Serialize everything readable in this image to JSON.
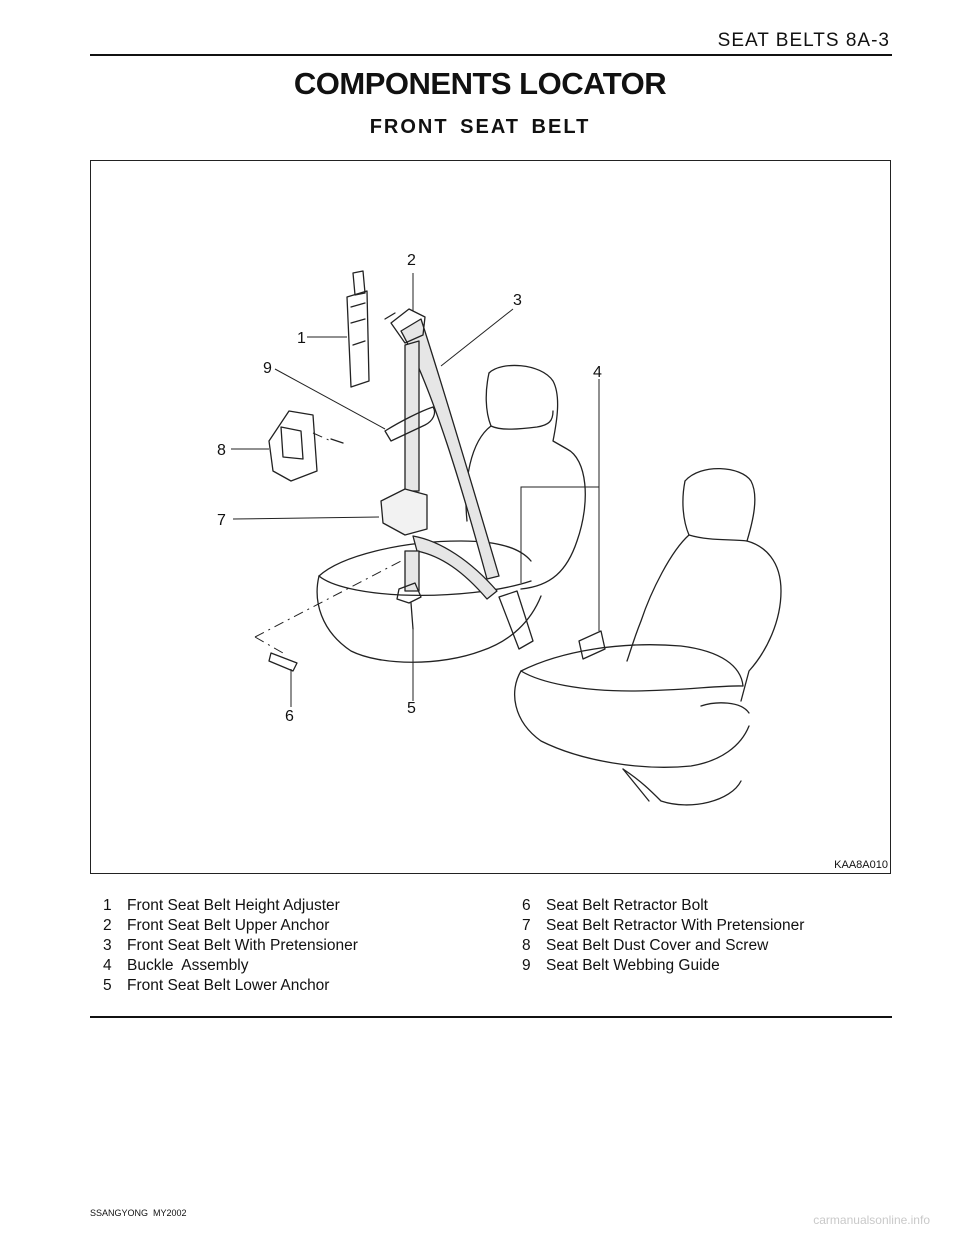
{
  "header": {
    "title": "SEAT BELTS 8A-3"
  },
  "page_title": "COMPONENTS LOCATOR",
  "section_title": "FRONT  SEAT  BELT",
  "figure": {
    "code": "KAA8A010",
    "callouts": [
      "1",
      "2",
      "3",
      "4",
      "5",
      "6",
      "7",
      "8",
      "9"
    ]
  },
  "legend": {
    "left": [
      {
        "num": "1",
        "label": "Front Seat Belt Height Adjuster"
      },
      {
        "num": "2",
        "label": "Front Seat Belt Upper Anchor"
      },
      {
        "num": "3",
        "label": "Front Seat Belt With Pretensioner"
      },
      {
        "num": "4",
        "label": "Buckle  Assembly"
      },
      {
        "num": "5",
        "label": "Front Seat Belt Lower Anchor"
      }
    ],
    "right": [
      {
        "num": "6",
        "label": "Seat Belt Retractor Bolt"
      },
      {
        "num": "7",
        "label": "Seat Belt Retractor With Pretensioner"
      },
      {
        "num": "8",
        "label": "Seat Belt Dust Cover and Screw"
      },
      {
        "num": "9",
        "label": "Seat Belt Webbing Guide"
      }
    ]
  },
  "footer": {
    "left": "SSANGYONG  MY2002",
    "watermark": "carmanualsonline.info"
  }
}
